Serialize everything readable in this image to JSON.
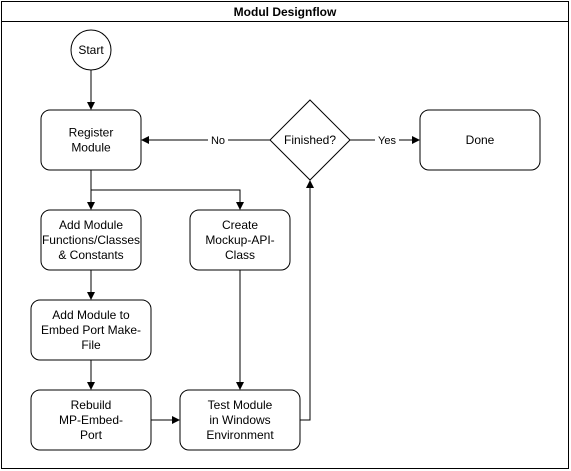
{
  "diagram": {
    "title": "Modul Designflow",
    "nodes": {
      "start": [
        "Start"
      ],
      "register": [
        "Register",
        "Module"
      ],
      "add_functions": [
        "Add Module",
        "Functions/Classes",
        "& Constants"
      ],
      "create_mockup": [
        "Create",
        "Mockup-API-",
        "Class"
      ],
      "add_to_makefile": [
        "Add Module to",
        "Embed Port Make-",
        "File"
      ],
      "rebuild": [
        "Rebuild",
        "MP-Embed-",
        "Port"
      ],
      "test": [
        "Test Module",
        "in Windows",
        "Environment"
      ],
      "finished": [
        "Finished?"
      ],
      "done": [
        "Done"
      ]
    },
    "edge_labels": {
      "no": "No",
      "yes": "Yes"
    }
  }
}
